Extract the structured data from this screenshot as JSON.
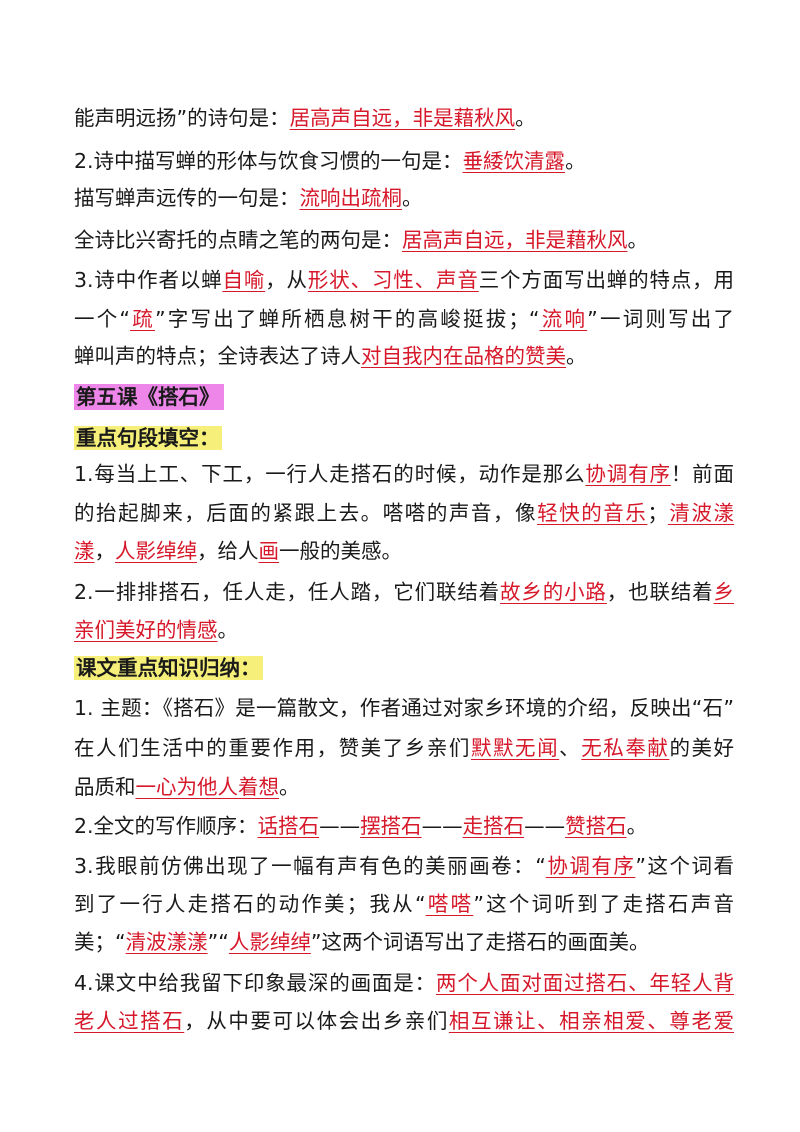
{
  "lines": [
    [
      {
        "t": "能声明远扬”的诗句是："
      },
      {
        "t": "居高声自远，非是藉秋风",
        "a": 1
      },
      {
        "t": "。"
      }
    ],
    [
      {
        "t": "2.诗中描写蝉的形体与饮食习惯的一句是："
      },
      {
        "t": "垂緌饮清露",
        "a": 1
      },
      {
        "t": "。"
      }
    ],
    [
      {
        "t": "描写蝉声远传的一句是："
      },
      {
        "t": "流响出疏桐",
        "a": 1
      },
      {
        "t": "。"
      }
    ],
    [
      {
        "t": "全诗比兴寄托的点睛之笔的两句是："
      },
      {
        "t": "居高声自远，非是藉秋风",
        "a": 1
      },
      {
        "t": "。"
      }
    ],
    [
      {
        "t": "3.诗中作者以蝉"
      },
      {
        "t": "自喻",
        "a": 1
      },
      {
        "t": "，从"
      },
      {
        "t": "形状、习性、声音",
        "a": 1
      },
      {
        "t": "三个方面写出蝉的特点，用"
      }
    ],
    [
      {
        "t": "一个“"
      },
      {
        "t": "疏",
        "a": 1
      },
      {
        "t": "”字写出了蝉所栖息树干的高峻挺拔；“"
      },
      {
        "t": "流响",
        "a": 1
      },
      {
        "t": "”一词则写出了"
      }
    ],
    [
      {
        "t": "蝉叫声的特点；全诗表达了诗人"
      },
      {
        "t": "对自我内在品格的赞美",
        "a": 1
      },
      {
        "t": "。"
      }
    ],
    [
      {
        "t": "第五课《搭石》",
        "hl": "pink"
      }
    ],
    [
      {
        "t": "重点句段填空：",
        "hl": "yellow"
      }
    ],
    [
      {
        "t": "1.每当上工、下工，一行人走搭石的时候，动作是那么"
      },
      {
        "t": "协调有序",
        "a": 1
      },
      {
        "t": "！前面"
      }
    ],
    [
      {
        "t": "的抬起脚来，后面的紧跟上去。嗒嗒的声音，像"
      },
      {
        "t": "轻快的音乐",
        "a": 1
      },
      {
        "t": "；"
      },
      {
        "t": "清波漾",
        "a": 1
      }
    ],
    [
      {
        "t": "漾",
        "a": 1
      },
      {
        "t": "，"
      },
      {
        "t": "人影绰绰",
        "a": 1
      },
      {
        "t": "，给人"
      },
      {
        "t": "画",
        "a": 1
      },
      {
        "t": "一般的美感。"
      }
    ],
    [
      {
        "t": "2.一排排搭石，任人走，任人踏，它们联结着"
      },
      {
        "t": "故乡的小路",
        "a": 1
      },
      {
        "t": "，也联结着"
      },
      {
        "t": "乡",
        "a": 1
      }
    ],
    [
      {
        "t": "亲们美好的情感",
        "a": 1
      },
      {
        "t": "。"
      }
    ],
    [
      {
        "t": "课文重点知识归纳：",
        "hl": "yellow"
      }
    ],
    [
      {
        "t": "1. 主题：《搭石》是一篇散文，作者通过对家乡环境的介绍，反映出“石”"
      }
    ],
    [
      {
        "t": "在人们生活中的重要作用，赞美了乡亲们"
      },
      {
        "t": "默默无闻",
        "a": 1
      },
      {
        "t": "、"
      },
      {
        "t": "无私奉献",
        "a": 1
      },
      {
        "t": "的美好"
      }
    ],
    [
      {
        "t": "品质和"
      },
      {
        "t": "一心为他人着想",
        "a": 1
      },
      {
        "t": "。"
      }
    ],
    [
      {
        "t": "2.全文的写作顺序："
      },
      {
        "t": "话搭石",
        "a": 1
      },
      {
        "t": "——"
      },
      {
        "t": "摆搭石",
        "a": 1
      },
      {
        "t": "——"
      },
      {
        "t": "走搭石",
        "a": 1
      },
      {
        "t": "——"
      },
      {
        "t": "赞搭石",
        "a": 1
      },
      {
        "t": "。"
      }
    ],
    [
      {
        "t": "3.我眼前仿佛出现了一幅有声有色的美丽画卷：“"
      },
      {
        "t": "协调有序",
        "a": 1
      },
      {
        "t": "”这个词看"
      }
    ],
    [
      {
        "t": "到了一行人走搭石的动作美；我从“"
      },
      {
        "t": "嗒嗒",
        "a": 1
      },
      {
        "t": "”这个词听到了走搭石声音"
      }
    ],
    [
      {
        "t": "美；“"
      },
      {
        "t": "清波漾漾",
        "a": 1
      },
      {
        "t": "”“"
      },
      {
        "t": "人影绰绰",
        "a": 1
      },
      {
        "t": "”这两个词语写出了走搭石的画面美。"
      }
    ],
    [
      {
        "t": "4.课文中给我留下印象最深的画面是："
      },
      {
        "t": "两个人面对面过搭石、年轻人背",
        "a": 1
      }
    ],
    [
      {
        "t": "老人过搭石",
        "a": 1
      },
      {
        "t": "，从中要可以体会出乡亲们"
      },
      {
        "t": "相互谦让、相亲相爱、尊老爱",
        "a": 1
      }
    ]
  ]
}
